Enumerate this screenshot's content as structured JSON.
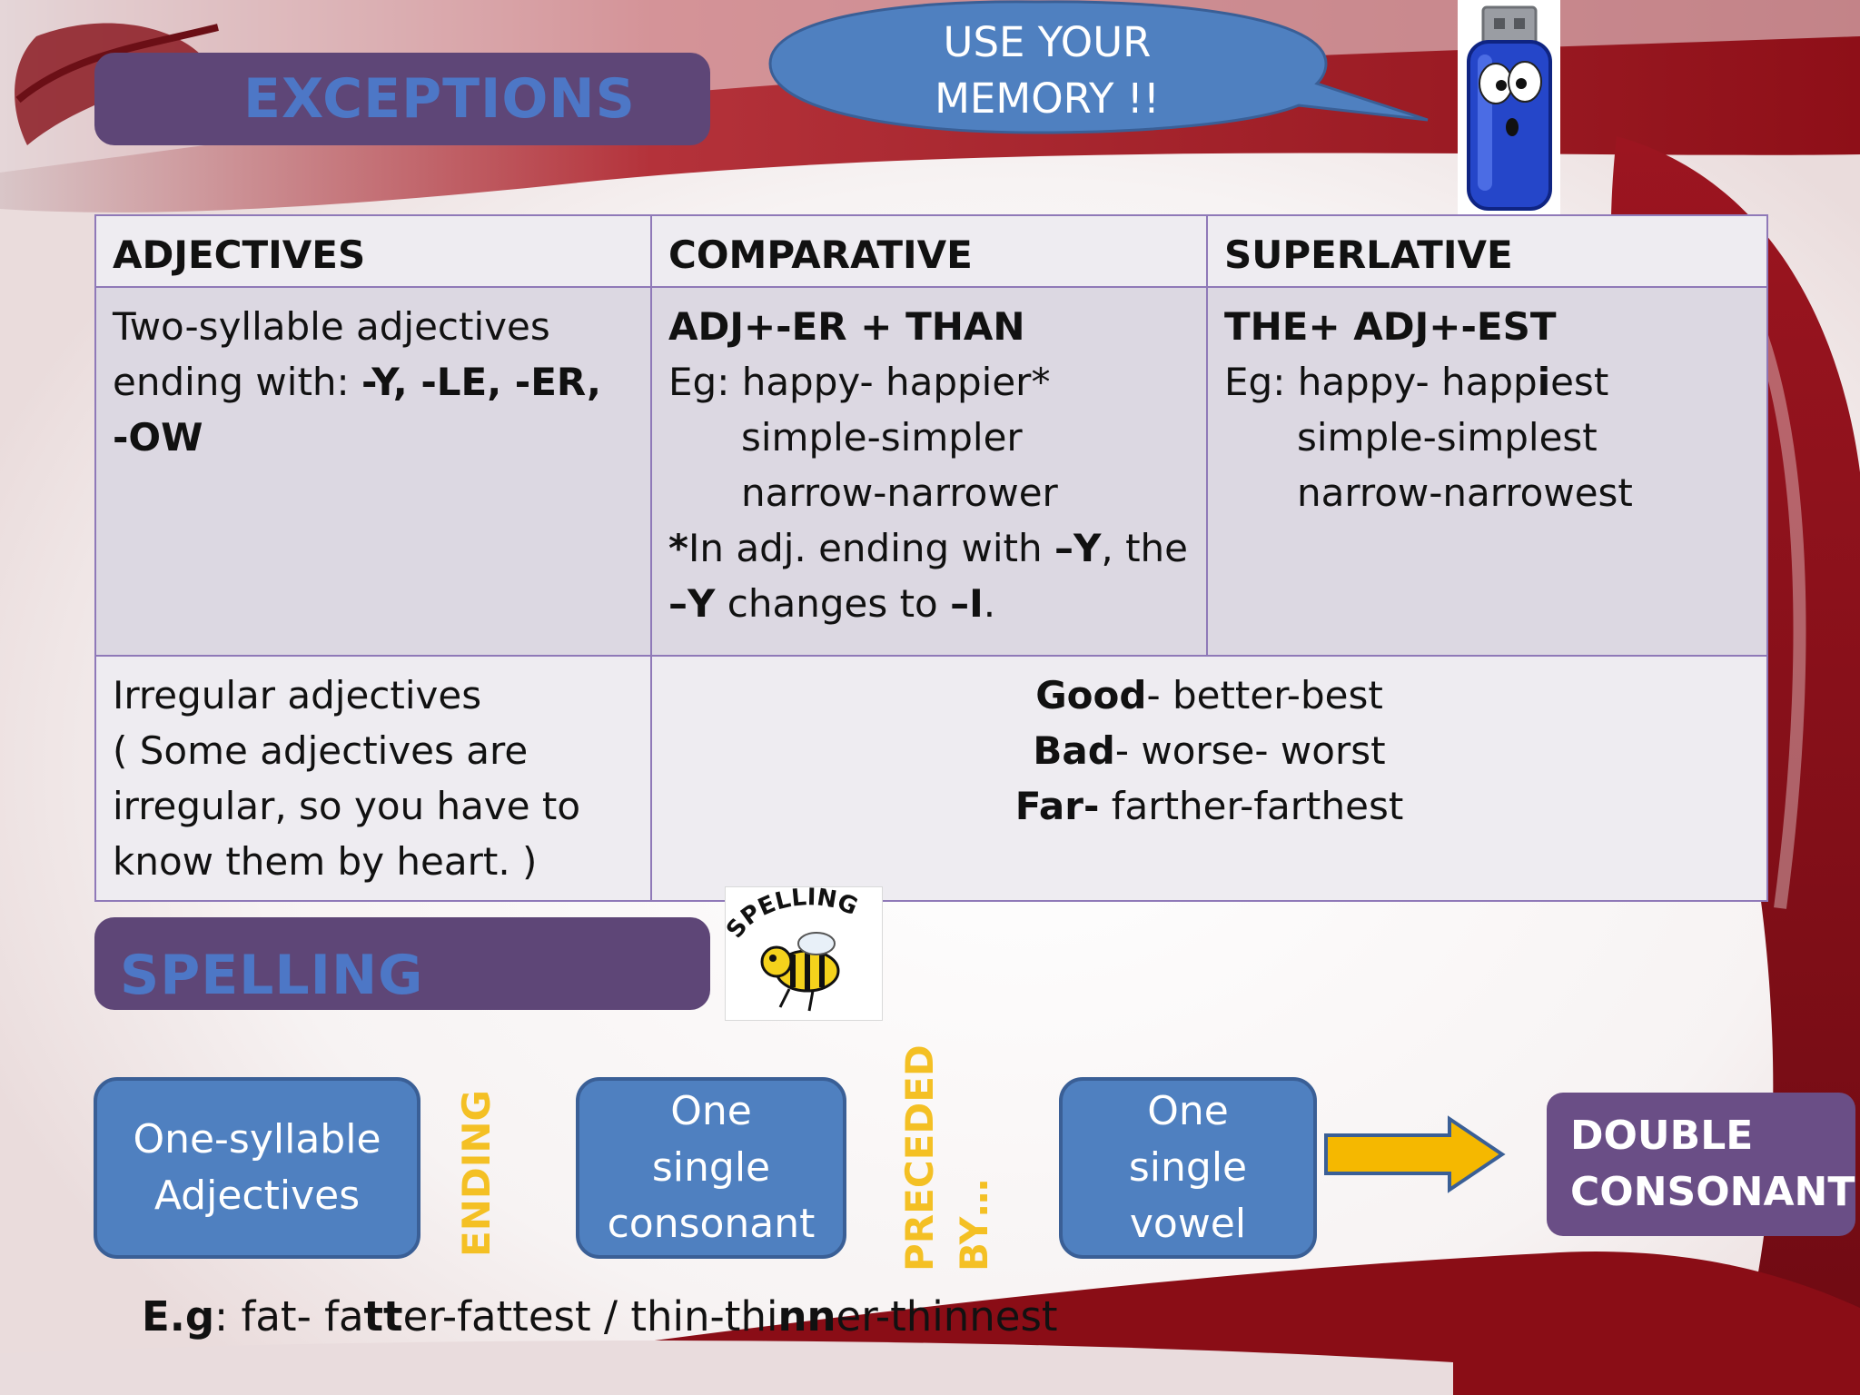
{
  "colors": {
    "title_bar": "#5e4677",
    "title_text": "#4d77c6",
    "bubble": "#4f80c0",
    "table_border": "#8f79b8",
    "header_row": "#eeecf1",
    "body_row": "#dcd8e2",
    "flow_box": "#4f80c0",
    "vertical_labels": "#f4c024",
    "double_box": "#6a4e86",
    "arrow_fill": "#f5b800",
    "background_swoosh": "#9c1520"
  },
  "header": {
    "title": "EXCEPTIONS",
    "bubble_line1": "USE YOUR",
    "bubble_line2": "MEMORY  !!",
    "mascot_icon": "usb-drive-mascot-icon"
  },
  "table": {
    "headers": [
      "ADJECTIVES",
      "COMPARATIVE",
      "SUPERLATIVE"
    ],
    "row1": {
      "adj_line1": "Two-syllable adjectives",
      "adj_line2_a": "ending with: ",
      "adj_line2_b": "-Y, -LE, -ER,",
      "adj_line3": " -OW",
      "comp_rule": "ADJ+-ER + THAN",
      "comp_eg_a": "Eg: happy- happi",
      "comp_eg_b": "er*",
      "comp_ex2": "simple-simpler",
      "comp_ex3": "narrow-narrower",
      "comp_note_1": "*",
      "comp_note_2": "In adj. ending with ",
      "comp_note_3": "–Y",
      "comp_note_4": ", the",
      "comp_note_5": "–Y",
      "comp_note_6": " changes to ",
      "comp_note_7": "–I",
      "comp_note_8": ".",
      "sup_rule": "THE+  ADJ+-EST",
      "sup_eg_a": "Eg: happy- happ",
      "sup_eg_b": "i",
      "sup_eg_c": "est",
      "sup_ex2": "simple-simplest",
      "sup_ex3": "narrow-narrowest"
    },
    "row2": {
      "adj_line1": "Irregular adjectives",
      "adj_line2": "( Some adjectives are",
      "adj_line3": "irregular, so you have to",
      "adj_line4": "know them by heart. )",
      "good_word": "Good",
      "good_rest": "- better-best",
      "bad_word": "Bad",
      "bad_rest": "- worse- worst",
      "far_word": "Far-",
      "far_rest": " farther-farthest"
    }
  },
  "spelling": {
    "title": "SPELLING",
    "image_text": "SPELLING",
    "image_icon": "spelling-bee-icon",
    "box1_line1": "One-syllable",
    "box1_line2": "Adjectives",
    "label_ending": "ENDING",
    "box2_line1": "One",
    "box2_line2": "single",
    "box2_line3": "consonant",
    "label_preceded_1": "PRECEDED",
    "label_preceded_2": "BY…",
    "box3_line1": "One",
    "box3_line2": "single",
    "box3_line3": "vowel",
    "arrow_icon": "right-arrow-icon",
    "result_line1": "DOUBLE",
    "result_line2": "CONSONANT"
  },
  "example": {
    "eg": "E.g",
    "colon": ": fat- fa",
    "tt": "tt",
    "mid": "er-fattest / thin-thi",
    "nn": "nn",
    "end": "er-thinnest"
  }
}
